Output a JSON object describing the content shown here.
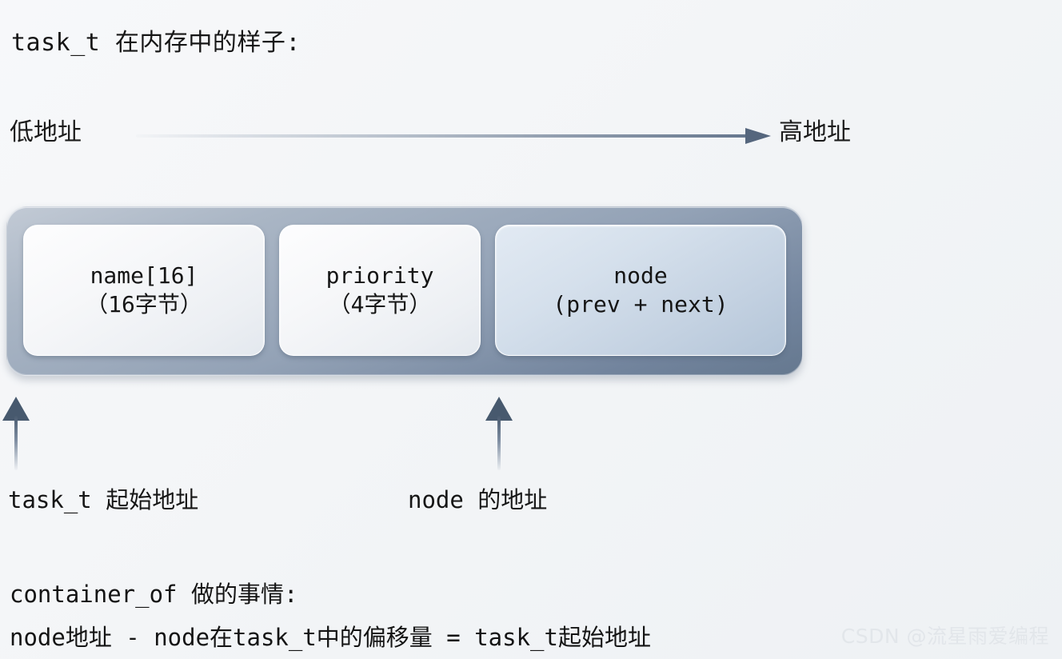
{
  "title": "task_t 在内存中的样子:",
  "axis": {
    "low_label": "低地址",
    "high_label": "高地址",
    "arrow_direction": "left-to-right",
    "arrow_color": "#55667d"
  },
  "struct": {
    "container_name": "task_t",
    "container_color": "#93a2b6",
    "fields": [
      {
        "id": "name",
        "line1": "name[16]",
        "line2": "（16字节）",
        "size_bytes": 16,
        "style": "pale",
        "fill_color": "#f3f5f8"
      },
      {
        "id": "priority",
        "line1": "priority",
        "line2": "（4字节）",
        "size_bytes": 4,
        "style": "pale",
        "fill_color": "#f3f5f8"
      },
      {
        "id": "node",
        "line1": "node",
        "line2": "(prev + next)",
        "size_bytes": null,
        "style": "blue",
        "fill_color": "#c9d6e4"
      }
    ]
  },
  "pointers": [
    {
      "id": "task-start",
      "label": "task_t 起始地址"
    },
    {
      "id": "node-address",
      "label": "node 的地址"
    }
  ],
  "explanation": {
    "heading": "container_of 做的事情:",
    "formula": "node地址 - node在task_t中的偏移量 = task_t起始地址"
  },
  "watermark": "CSDN @流星雨爱编程"
}
